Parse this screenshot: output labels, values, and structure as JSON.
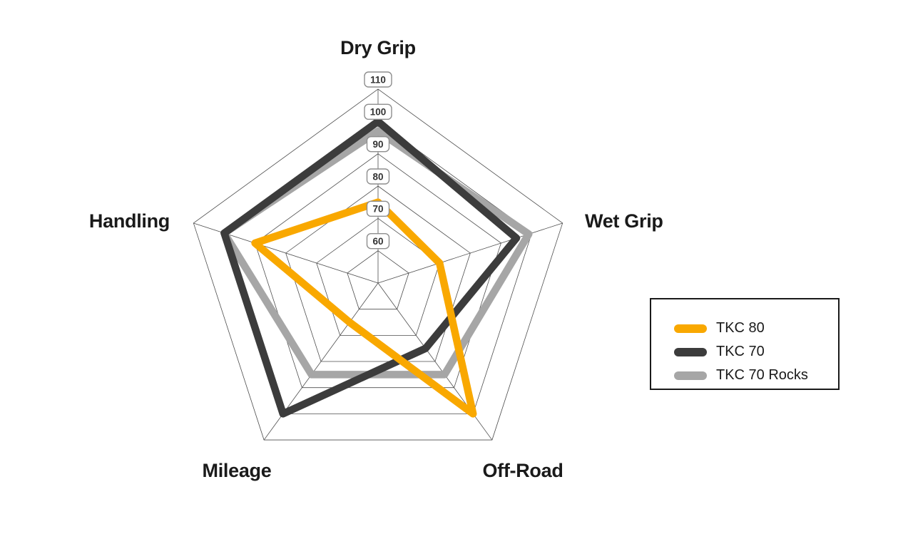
{
  "page": {
    "background_color": "#ffffff",
    "text_color": "#1a1a1a"
  },
  "chart_data": {
    "type": "radar",
    "title": "",
    "categories": [
      "Dry Grip",
      "Wet Grip",
      "Off-Road",
      "Mileage",
      "Handling"
    ],
    "scale": {
      "center_value": 50,
      "max_value": 110,
      "ring_step": 10,
      "tick_labels": [
        "110",
        "100",
        "90",
        "80",
        "70",
        "60"
      ]
    },
    "grid": {
      "shape": "pentagon",
      "line_color": "#4d4d4d",
      "tick_box_border_color": "#8e8e8e",
      "tick_box_fill": "#ffffff",
      "tick_text_color": "#333333"
    },
    "legend_position": "right",
    "series": [
      {
        "name": "TKC 80",
        "color": "#F9A800",
        "values": [
          75,
          70,
          100,
          65,
          90
        ]
      },
      {
        "name": "TKC 70",
        "color": "#3C3C3C",
        "values": [
          100,
          95,
          75,
          100,
          100
        ]
      },
      {
        "name": "TKC 70 Rocks",
        "color": "#A6A6A6",
        "values": [
          97,
          99,
          85,
          85,
          100
        ]
      }
    ]
  }
}
